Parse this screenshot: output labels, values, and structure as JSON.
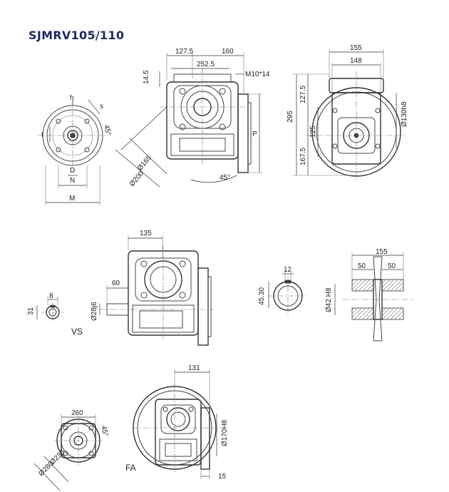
{
  "title": "SJMRV105/110",
  "views": {
    "flange": {
      "h": "h",
      "s": "s",
      "angle": "45°",
      "t": "t",
      "D": "D",
      "N": "N",
      "M": "M"
    },
    "front": {
      "d1": "127.5",
      "d2": "160",
      "d3": "252.5",
      "d4": "14.5",
      "d5": "M10*14",
      "d6": "Ø165",
      "d7": "Ø200",
      "d8": "45°",
      "P": "P"
    },
    "side": {
      "d1": "155",
      "d2": "148",
      "d3": "127.5",
      "d4": "295",
      "d5": "Ø130h8",
      "d6": "167.5",
      "d7": "125"
    },
    "vs": {
      "label": "VS",
      "d1": "135",
      "d2": "60",
      "d3": "Ø28j6",
      "d4": "8",
      "d5": "31"
    },
    "bore": {
      "d1": "12",
      "d2": "45.30",
      "d3": "Ø42 H8"
    },
    "shaft": {
      "d1": "155",
      "d2": "50",
      "d3": "50"
    },
    "fa_flange": {
      "d1": "260",
      "d2": "45°",
      "d3": "Ø230",
      "d4": "Ø280"
    },
    "fa": {
      "label": "FA",
      "d1": "131",
      "d2": "Ø170H8",
      "d3": "15"
    }
  }
}
